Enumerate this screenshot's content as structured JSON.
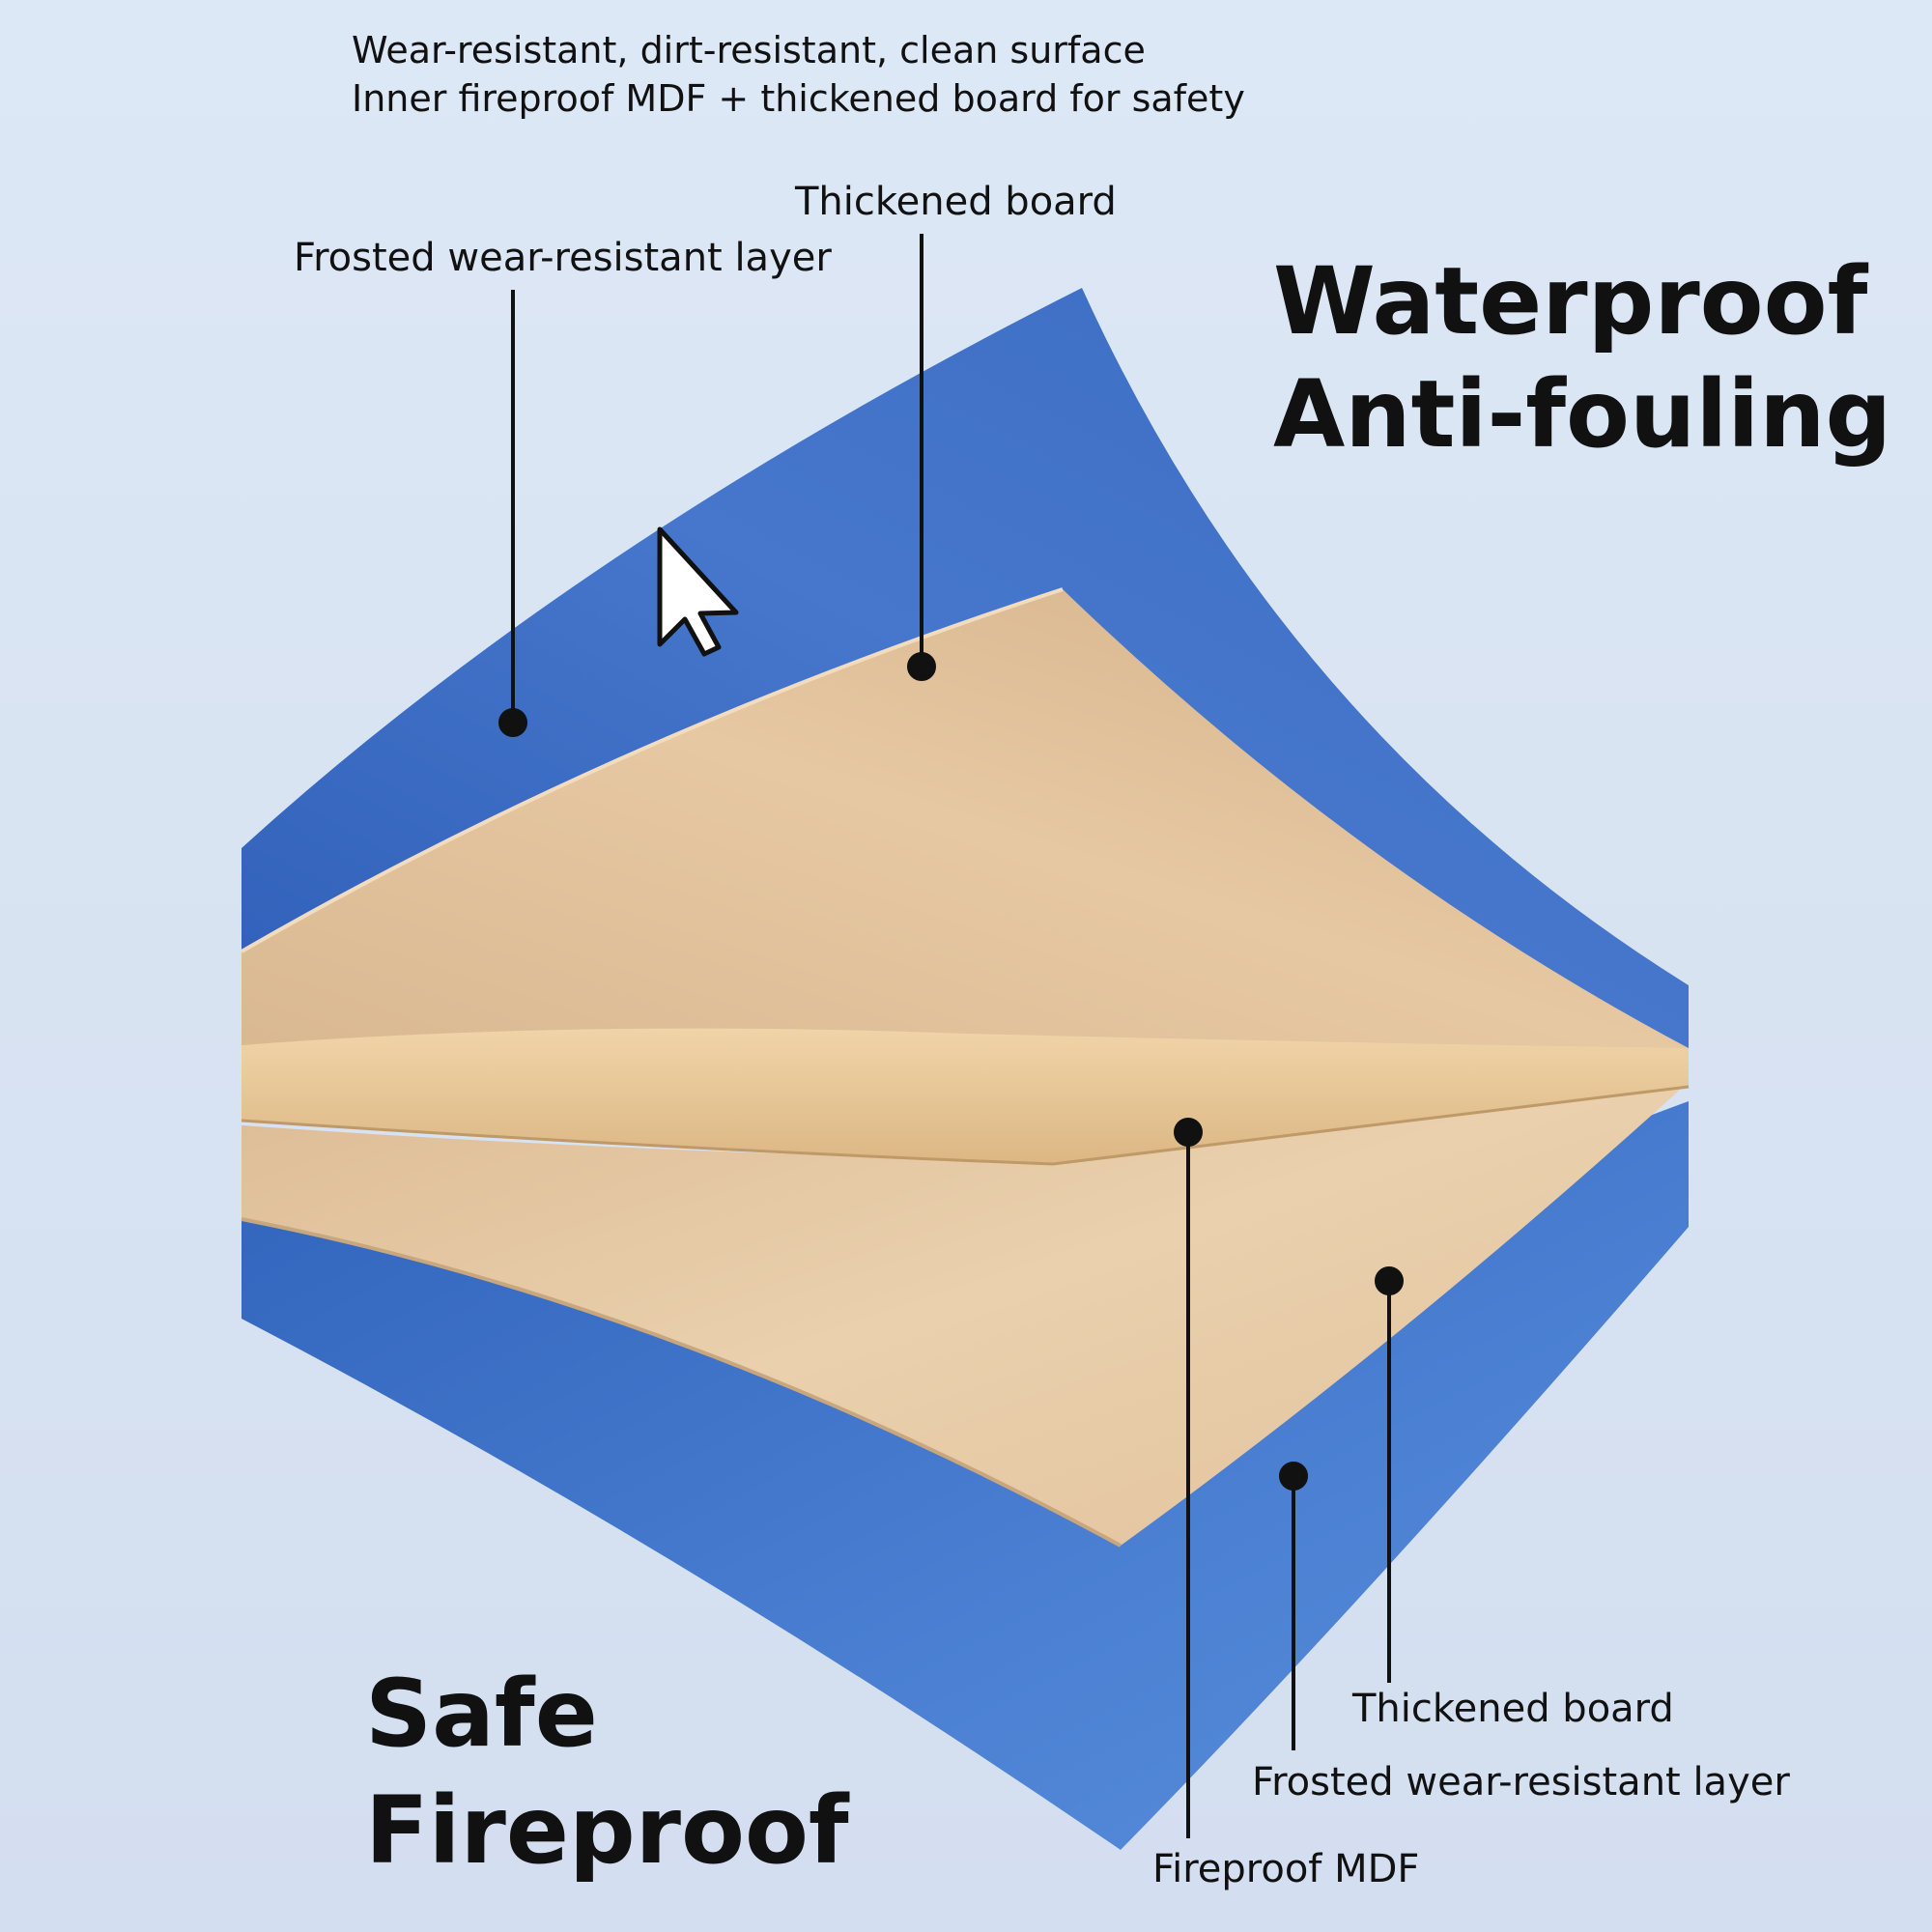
{
  "intro": {
    "line1": "Wear-resistant, dirt-resistant, clean surface",
    "line2": "Inner fireproof MDF + thickened board for safety"
  },
  "headline_top": {
    "line1": "Waterproof",
    "line2": "Anti-fouling"
  },
  "headline_bottom": {
    "line1": "Safe",
    "line2": "Fireproof"
  },
  "callouts": {
    "top_left": "Frosted wear-resistant layer",
    "top_middle": "Thickened board",
    "bottom_thickened": "Thickened board",
    "bottom_frosted": "Frosted wear-resistant layer",
    "bottom_mdf": "Fireproof MDF"
  },
  "colors": {
    "background": "#dae5f4",
    "wear_layer_blue": "#3d6fc4",
    "board_wood": "#e2c39c",
    "mdf_core": "#e6c594",
    "text": "#111111"
  },
  "icons": {
    "cursor": "mouse-pointer-icon"
  }
}
